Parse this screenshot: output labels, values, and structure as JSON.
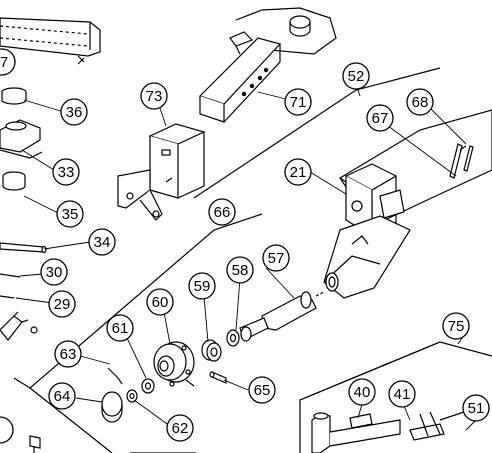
{
  "labels": {
    "p73": "73",
    "p71": "71",
    "p52": "52",
    "p68": "68",
    "p67": "67",
    "p36": "36",
    "p33": "33",
    "p35": "35",
    "p34": "34",
    "p30": "30",
    "p29": "29",
    "p21": "21",
    "p66": "66",
    "p57": "57",
    "p58": "58",
    "p59": "59",
    "p60": "60",
    "p61": "61",
    "p63": "63",
    "p64": "64",
    "p62": "62",
    "p65": "65",
    "p75": "75",
    "p40": "40",
    "p41": "41",
    "p51": "51",
    "partial_top": "7"
  }
}
